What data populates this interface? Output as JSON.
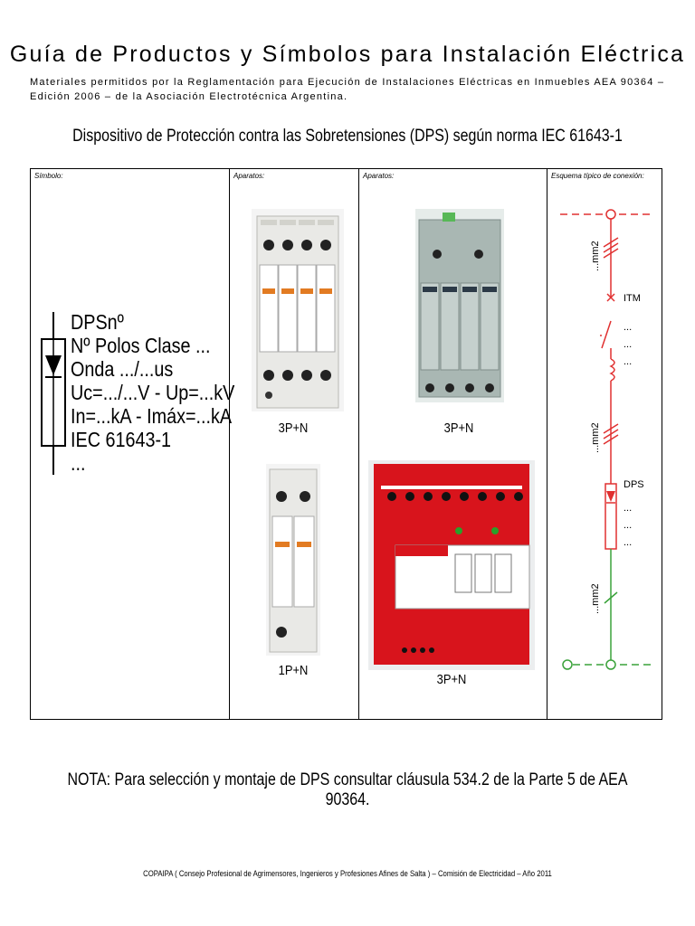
{
  "header": {
    "title": "Guía de Productos y Símbolos para Instalación Eléctrica",
    "subtitle": "Materiales permitidos por la Reglamentación para Ejecución de Instalaciones Eléctricas en Inmuebles AEA 90364 – Edición 2006 – de la Asociación Electrotécnica Argentina."
  },
  "section_title": "Dispositivo de Protección contra las Sobretensiones (DPS) según norma IEC 61643-1",
  "columns": {
    "symbol": "Símbolo:",
    "devices_1": "Aparatos:",
    "devices_2": "Aparatos:",
    "schema": "Esquema típico de conexión:"
  },
  "symbol_text": [
    "DPSnº",
    "Nº Polos Clase ...",
    "Onda .../...us",
    "Uc=.../...V - Up=...kV",
    "In=...kA - Imáx=...kA",
    "IEC 61643-1",
    "..."
  ],
  "devices": [
    {
      "label": "3P+N"
    },
    {
      "label": "1P+N"
    },
    {
      "label": "3P+N"
    },
    {
      "label": "3P+N"
    }
  ],
  "schema": {
    "top_wire": "...mm2",
    "itm_label": "ITM",
    "itm_dots": [
      "...",
      "...",
      "..."
    ],
    "mid_wire": "...mm2",
    "dps_label": "DPS",
    "dps_dots": [
      "...",
      "...",
      "..."
    ],
    "bottom_wire": "...mm2"
  },
  "note": "NOTA: Para selección y montaje de DPS consultar cláusula 534.2 de la Parte 5 de AEA 90364.",
  "footer": "COPAIPA ( Consejo Profesional de Agrimensores, Ingenieros y Profesiones Afines de Salta ) – Comisión de Electricidad – Año 2011",
  "colors": {
    "schema_red": "#e03030",
    "schema_green": "#3aa23a",
    "device_red": "#d8141c",
    "device_grey": "#a9b7b3"
  }
}
